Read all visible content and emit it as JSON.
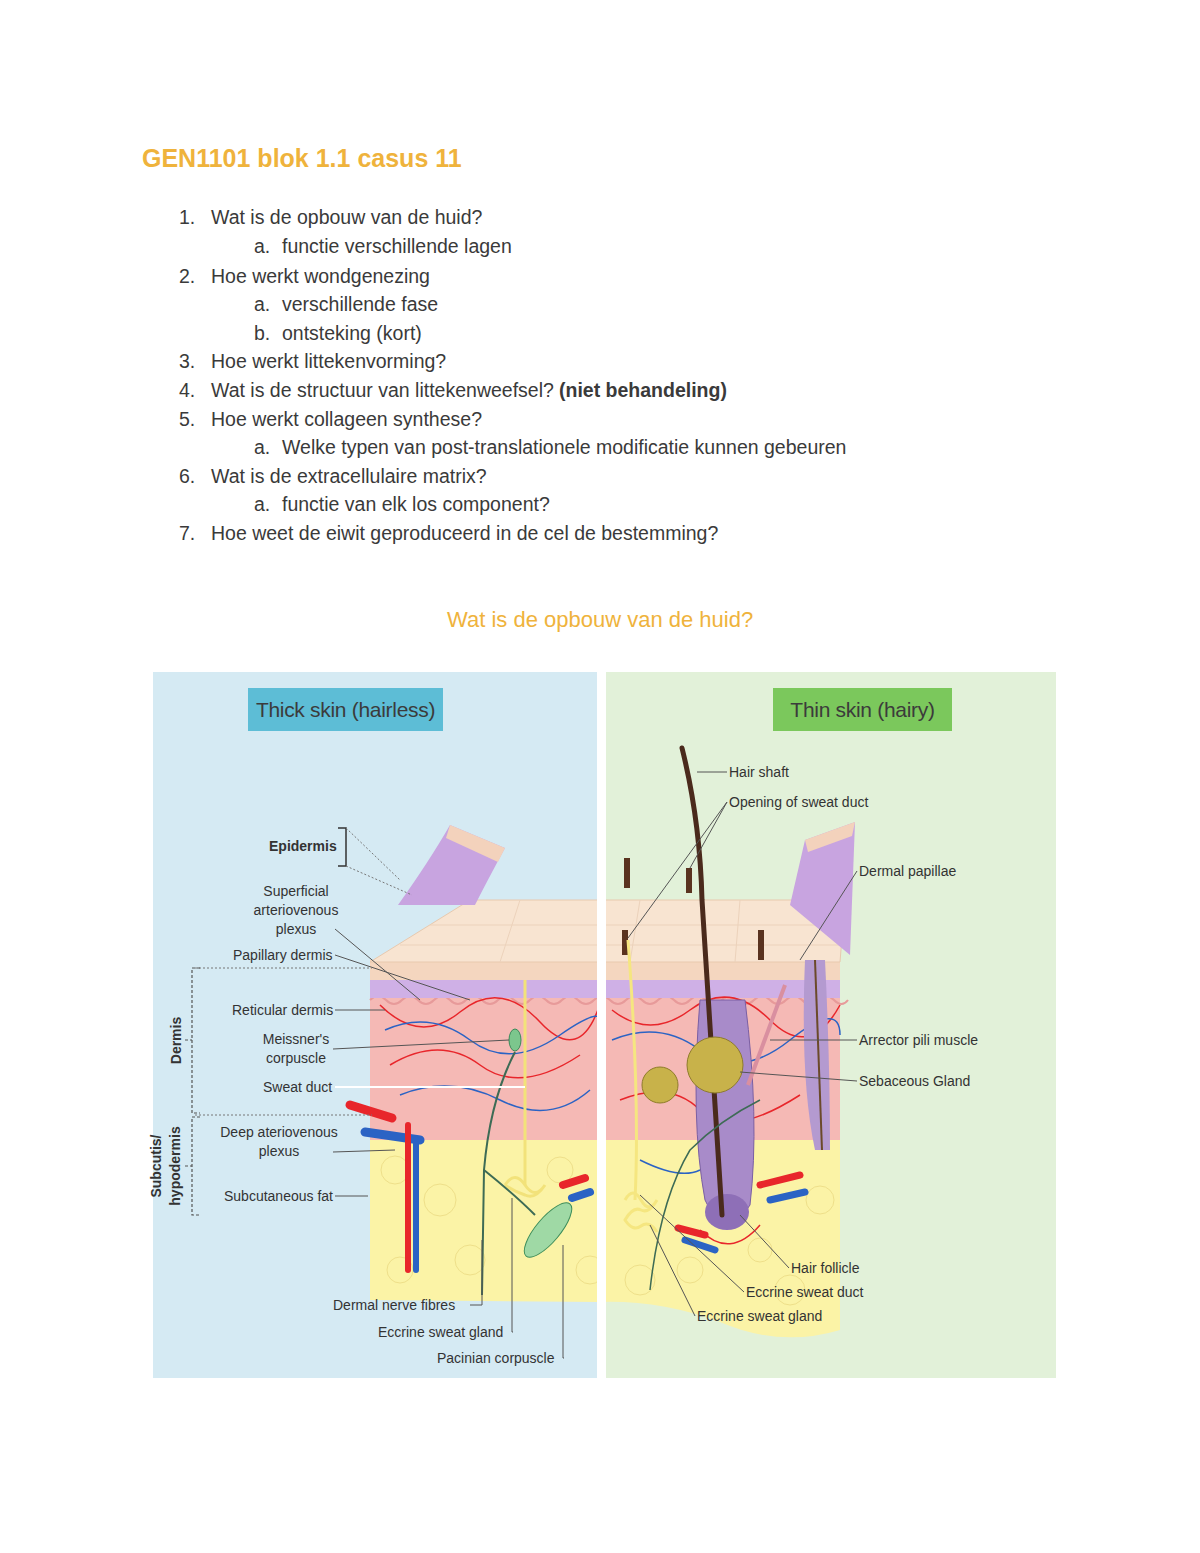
{
  "diagram": {
    "title": "GEN1101 blok 1.1 casus 11",
    "nodes": [
      {
        "text": [
          "Thick skin (hairless)"
        ]
      },
      {
        "text": [
          "Thin skin (hairy)"
        ]
      }
    ],
    "labels": [
      "1.",
      "Wat is de opbouw van de huid?",
      "a.",
      "functie verschillende lagen",
      "2.",
      "Hoe werkt wondgenezing",
      "a.",
      "verschillende fase",
      "b.",
      "ontsteking (kort)",
      "3.",
      "Hoe werkt littekenvorming?",
      "4.",
      "Wat is de structuur van littekenweefsel?",
      "(niet behandeling)",
      "5.",
      "Hoe werkt collageen synthese?",
      "a.",
      "Welke typen van post-translationele modificatie kunnen gebeuren",
      "6.",
      "Wat is de extracellulaire matrix?",
      "a.",
      "functie van elk los component?",
      "7.",
      "Hoe weet de eiwit geproduceerd in de cel de bestemming?",
      "Wat is de opbouw van de huid?",
      "Epidermis",
      "Superficial arteriovenous plexus",
      "Papillary dermis",
      "Reticular dermis",
      "Meissner's corpuscle",
      "Sweat duct",
      "Deep ateriovenous plexus",
      "Subcutaneous fat",
      "Dermis",
      "Subcutis/ hypodermis",
      "Dermal nerve fibres",
      "Eccrine sweat gland",
      "Pacinian corpuscle",
      "Hair shaft",
      "Opening of sweat duct",
      "Dermal papillae",
      "Arrector pili muscle",
      "Sebaceous Gland",
      "Hair follicle",
      "Eccrine sweat duct",
      "Eccrine sweat gland"
    ]
  }
}
